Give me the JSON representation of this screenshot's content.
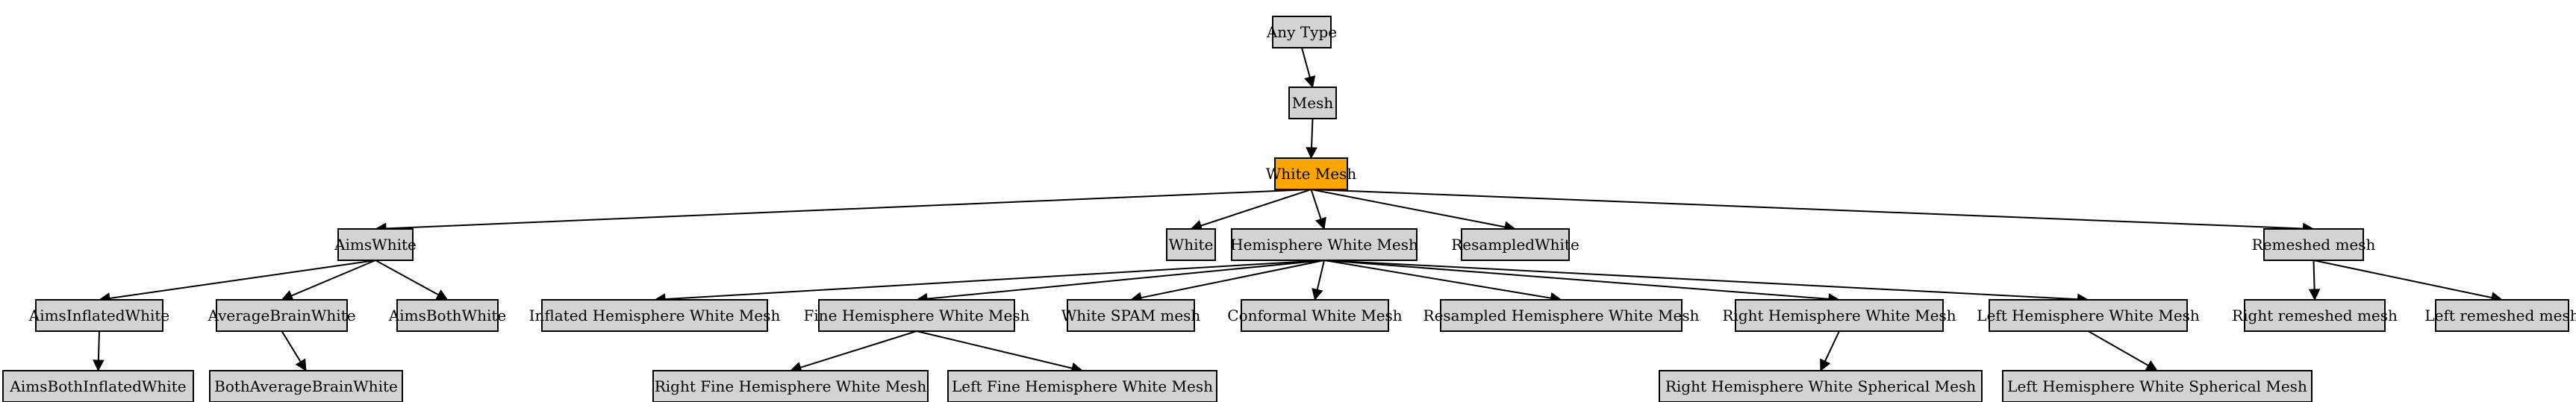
{
  "colors": {
    "node_fill": "#d3d3d3",
    "highlight_fill": "#ffa500",
    "stroke": "#000000",
    "background": "#ffffff"
  },
  "nodes": [
    {
      "id": "any-type",
      "label": "Any Type"
    },
    {
      "id": "mesh",
      "label": "Mesh"
    },
    {
      "id": "white-mesh",
      "label": "White Mesh",
      "highlighted": true
    },
    {
      "id": "aims-white",
      "label": "AimsWhite"
    },
    {
      "id": "white",
      "label": "White"
    },
    {
      "id": "hemisphere-white-mesh",
      "label": "Hemisphere White Mesh"
    },
    {
      "id": "resampled-white",
      "label": "ResampledWhite"
    },
    {
      "id": "remeshed-mesh",
      "label": "Remeshed mesh"
    },
    {
      "id": "aims-inflated-white",
      "label": "AimsInflatedWhite"
    },
    {
      "id": "average-brain-white",
      "label": "AverageBrainWhite"
    },
    {
      "id": "aims-both-white",
      "label": "AimsBothWhite"
    },
    {
      "id": "inflated-hemisphere-white-mesh",
      "label": "Inflated Hemisphere White Mesh"
    },
    {
      "id": "fine-hemisphere-white-mesh",
      "label": "Fine Hemisphere White Mesh"
    },
    {
      "id": "white-spam-mesh",
      "label": "White SPAM mesh"
    },
    {
      "id": "conformal-white-mesh",
      "label": "Conformal White Mesh"
    },
    {
      "id": "resampled-hemisphere-white-mesh",
      "label": "Resampled Hemisphere White Mesh"
    },
    {
      "id": "right-hemisphere-white-mesh",
      "label": "Right Hemisphere White Mesh"
    },
    {
      "id": "left-hemisphere-white-mesh",
      "label": "Left Hemisphere White Mesh"
    },
    {
      "id": "right-remeshed-mesh",
      "label": "Right remeshed mesh"
    },
    {
      "id": "left-remeshed-mesh",
      "label": "Left remeshed mesh"
    },
    {
      "id": "aims-both-inflated-white",
      "label": "AimsBothInflatedWhite"
    },
    {
      "id": "both-average-brain-white",
      "label": "BothAverageBrainWhite"
    },
    {
      "id": "right-fine-hemisphere-white-mesh",
      "label": "Right Fine Hemisphere White Mesh"
    },
    {
      "id": "left-fine-hemisphere-white-mesh",
      "label": "Left Fine Hemisphere White Mesh"
    },
    {
      "id": "right-hemisphere-white-spherical-mesh",
      "label": "Right Hemisphere White Spherical Mesh"
    },
    {
      "id": "left-hemisphere-white-spherical-mesh",
      "label": "Left Hemisphere White Spherical Mesh"
    }
  ],
  "edges": [
    {
      "from": "any-type",
      "to": "mesh"
    },
    {
      "from": "mesh",
      "to": "white-mesh"
    },
    {
      "from": "white-mesh",
      "to": "aims-white"
    },
    {
      "from": "white-mesh",
      "to": "white"
    },
    {
      "from": "white-mesh",
      "to": "hemisphere-white-mesh"
    },
    {
      "from": "white-mesh",
      "to": "resampled-white"
    },
    {
      "from": "white-mesh",
      "to": "remeshed-mesh"
    },
    {
      "from": "aims-white",
      "to": "aims-inflated-white"
    },
    {
      "from": "aims-white",
      "to": "average-brain-white"
    },
    {
      "from": "aims-white",
      "to": "aims-both-white"
    },
    {
      "from": "hemisphere-white-mesh",
      "to": "inflated-hemisphere-white-mesh"
    },
    {
      "from": "hemisphere-white-mesh",
      "to": "fine-hemisphere-white-mesh"
    },
    {
      "from": "hemisphere-white-mesh",
      "to": "white-spam-mesh"
    },
    {
      "from": "hemisphere-white-mesh",
      "to": "conformal-white-mesh"
    },
    {
      "from": "hemisphere-white-mesh",
      "to": "resampled-hemisphere-white-mesh"
    },
    {
      "from": "hemisphere-white-mesh",
      "to": "right-hemisphere-white-mesh"
    },
    {
      "from": "hemisphere-white-mesh",
      "to": "left-hemisphere-white-mesh"
    },
    {
      "from": "remeshed-mesh",
      "to": "right-remeshed-mesh"
    },
    {
      "from": "remeshed-mesh",
      "to": "left-remeshed-mesh"
    },
    {
      "from": "aims-inflated-white",
      "to": "aims-both-inflated-white"
    },
    {
      "from": "average-brain-white",
      "to": "both-average-brain-white"
    },
    {
      "from": "fine-hemisphere-white-mesh",
      "to": "right-fine-hemisphere-white-mesh"
    },
    {
      "from": "fine-hemisphere-white-mesh",
      "to": "left-fine-hemisphere-white-mesh"
    },
    {
      "from": "right-hemisphere-white-mesh",
      "to": "right-hemisphere-white-spherical-mesh"
    },
    {
      "from": "left-hemisphere-white-mesh",
      "to": "left-hemisphere-white-spherical-mesh"
    }
  ]
}
